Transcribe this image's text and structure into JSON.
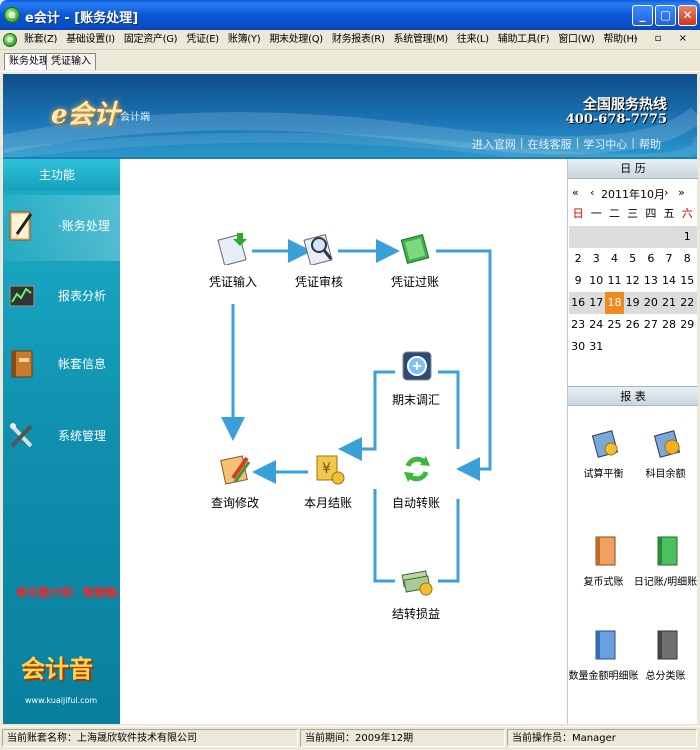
{
  "window": {
    "title": "e会计 - [账务处理]",
    "icon_text": "e"
  },
  "menu": {
    "items": [
      "账套(Z)",
      "基础设置(I)",
      "固定资产(G)",
      "凭证(E)",
      "账簿(Y)",
      "期末处理(Q)",
      "财务报表(R)",
      "系统管理(M)",
      "往来(L)",
      "辅助工具(F)",
      "窗口(W)",
      "帮助(H)"
    ],
    "mdi_controls": "- ▫ ×"
  },
  "tabs": [
    "账务处理",
    "凭证输入"
  ],
  "header": {
    "logo": "e会计",
    "subtitle": "会计端",
    "hotline_title": "全国服务热线",
    "hotline_number": "400-678-7775",
    "links": [
      "进入官网",
      "在线客服",
      "学习中心",
      "帮助"
    ]
  },
  "leftnav": {
    "heading": "主功能",
    "items": [
      "·账务处理",
      "报表分析",
      "帐套信息",
      "系统管理"
    ],
    "new_feature": "新功能介绍：智能输入",
    "brand_logo": "会计音",
    "brand_url": "www.kuaijiful.com"
  },
  "workflow": {
    "nodes": [
      "凭证输入",
      "凭证审核",
      "凭证过账",
      "期末调汇",
      "自动转账",
      "结转损益",
      "本月结账",
      "查询修改"
    ]
  },
  "calendar": {
    "heading": "日 历",
    "nav_prevprev": "«",
    "nav_prev": "‹",
    "month_title": "2011年10月",
    "nav_next": "›",
    "nav_nextnext": "»",
    "weekdays": [
      "日",
      "一",
      "二",
      "三",
      "四",
      "五",
      "六"
    ],
    "weeks": [
      [
        "",
        "",
        "",
        "",
        "",
        "",
        "1"
      ],
      [
        "2",
        "3",
        "4",
        "5",
        "6",
        "7",
        "8"
      ],
      [
        "9",
        "10",
        "11",
        "12",
        "13",
        "14",
        "15"
      ],
      [
        "16",
        "17",
        "18",
        "19",
        "20",
        "21",
        "22"
      ],
      [
        "23",
        "24",
        "25",
        "26",
        "27",
        "28",
        "29"
      ],
      [
        "30",
        "31",
        "",
        "",
        "",
        "",
        ""
      ]
    ],
    "today": "18"
  },
  "reports": {
    "heading": "报 表",
    "items": [
      "试算平衡",
      "科目余额",
      "复币式账",
      "日记账/明细账",
      "数量金额明细账",
      "总分类账"
    ]
  },
  "status": {
    "account_name": "当前账套名称：上海晟欣软件技术有限公司",
    "period": "当前期间：2009年12期",
    "operator": "当前操作员：Manager"
  }
}
